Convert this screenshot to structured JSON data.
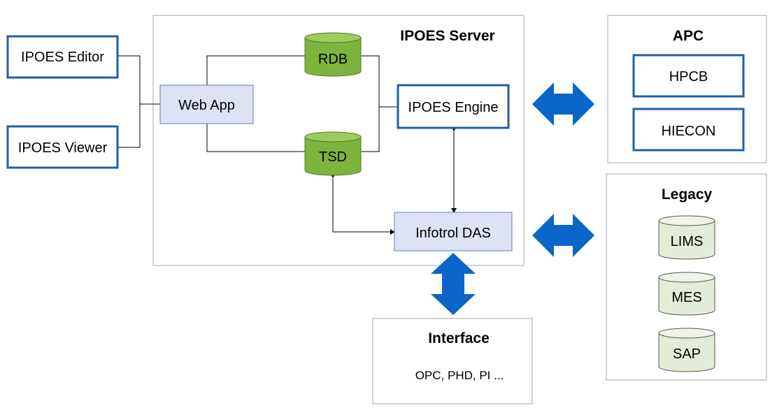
{
  "server": {
    "title": "IPOES Server"
  },
  "clients": {
    "editor": "IPOES Editor",
    "viewer": "IPOES Viewer"
  },
  "components": {
    "web_app": "Web App",
    "rdb": "RDB",
    "tsd": "TSD",
    "engine": "IPOES Engine",
    "das": "Infotrol DAS"
  },
  "apc": {
    "title": "APC",
    "items": [
      "HPCB",
      "HIECON"
    ]
  },
  "legacy": {
    "title": "Legacy",
    "items": [
      "LIMS",
      "MES",
      "SAP"
    ]
  },
  "interface": {
    "title": "Interface",
    "items": "OPC, PHD, PI ..."
  },
  "colors": {
    "accent_blue": "#1f5fa8",
    "arrow_blue": "#0a66c9",
    "db_green": "#7db43e",
    "db_light": "#e2ecd8",
    "component_fill": "#dde3f4"
  }
}
